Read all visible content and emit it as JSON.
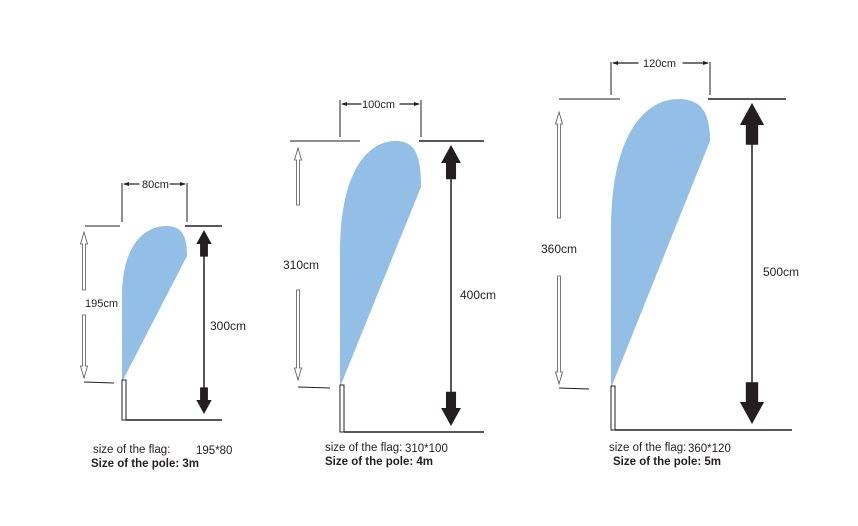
{
  "colors": {
    "flag": "#93bfe6",
    "line": "#231f20"
  },
  "flags": [
    {
      "width_label": "80cm",
      "flag_height_label": "195cm",
      "total_height_label": "300cm",
      "flag_size_caption": "size of the flag:",
      "flag_size_value": "195*80",
      "pole_size_caption": "Size of the pole: 3m"
    },
    {
      "width_label": "100cm",
      "flag_height_label": "310cm",
      "total_height_label": "400cm",
      "flag_size_caption": "size of the flag:",
      "flag_size_value": "310*100",
      "pole_size_caption": "Size of the pole: 4m"
    },
    {
      "width_label": "120cm",
      "flag_height_label": "360cm",
      "total_height_label": "500cm",
      "flag_size_caption": "size of the flag:",
      "flag_size_value": "360*120",
      "pole_size_caption": "Size of the pole: 5m"
    }
  ]
}
